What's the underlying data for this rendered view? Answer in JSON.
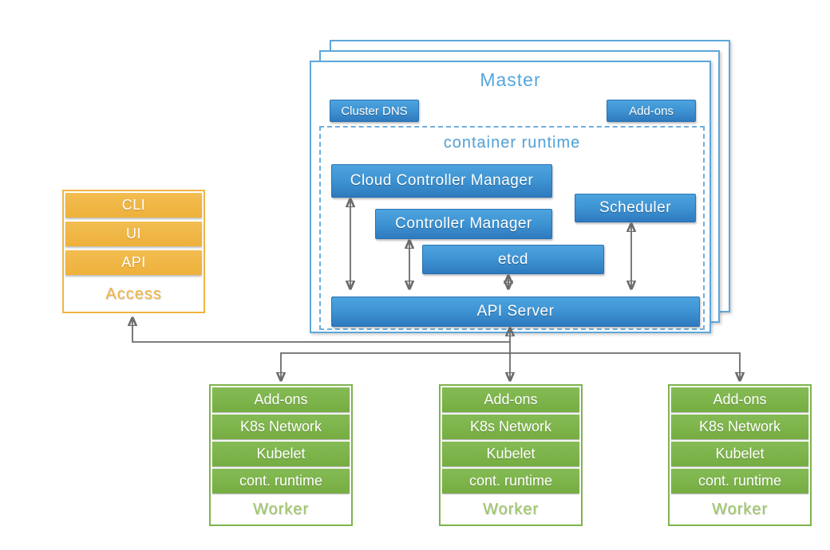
{
  "master": {
    "title": "Master",
    "cluster_dns_label": "Cluster DNS",
    "addons_label": "Add-ons",
    "container_runtime": {
      "title": "container runtime",
      "cloud_controller_manager": "Cloud Controller Manager",
      "controller_manager": "Controller Manager",
      "scheduler": "Scheduler",
      "etcd": "etcd",
      "api_server": "API Server"
    }
  },
  "access_stack": {
    "rows": [
      "CLI",
      "UI",
      "API"
    ],
    "label": "Access"
  },
  "workers": [
    {
      "rows": [
        "Add-ons",
        "K8s Network",
        "Kubelet",
        "cont. runtime"
      ],
      "label": "Worker"
    },
    {
      "rows": [
        "Add-ons",
        "K8s Network",
        "Kubelet",
        "cont. runtime"
      ],
      "label": "Worker"
    },
    {
      "rows": [
        "Add-ons",
        "K8s Network",
        "Kubelet",
        "cont. runtime"
      ],
      "label": "Worker"
    }
  ],
  "colors": {
    "node_blue_top": "#4da3de",
    "node_blue_bottom": "#2e7abe",
    "panel_outline_blue": "#5ea7db",
    "title_blue": "#55a6dc",
    "access_orange": "#f0b442",
    "worker_green": "#7db44c",
    "worker_label_green": "#9bc763",
    "arrow_gray": "#6b6b6b"
  }
}
